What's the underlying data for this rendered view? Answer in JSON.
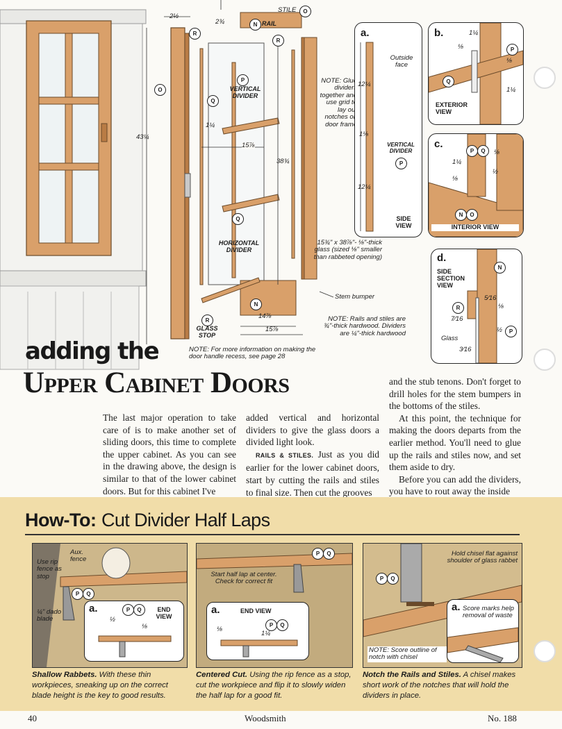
{
  "title": {
    "small": "adding the",
    "large": "Upper Cabinet Doors"
  },
  "diagram": {
    "labels": {
      "stile": "STILE",
      "rail": "RAIL",
      "vertical_divider": "VERTICAL DIVIDER",
      "horizontal_divider": "HORIZONTAL DIVIDER",
      "glass_stop": "GLASS STOP",
      "stem_bumper": "Stem bumper"
    },
    "dims": {
      "d1": "2½",
      "d2": "2¾",
      "d3": "43¼",
      "d4": "1¼",
      "d5": "15⅞",
      "d6": "38¾",
      "d7": "14⅞",
      "d8": "15⅞"
    },
    "note_glue": "NOTE: Glue dividers together and use grid to lay out notches on door frame",
    "glass_spec": "15¾\" x 38⅞\"- ⅛\"-thick glass (sized ⅛\" smaller than rabbeted opening)",
    "note_rails": "NOTE: Rails and stiles are ¾\"-thick hardwood. Dividers are ¼\"-thick hardwood",
    "note_handle": "NOTE: For more information on making the door handle recess, see page 28"
  },
  "keys": {
    "n": "N",
    "o": "O",
    "p": "P",
    "q": "Q",
    "r": "R"
  },
  "details": {
    "a": {
      "id": "a.",
      "outside_face": "Outside face",
      "dim1": "12¼",
      "dim2": "1⅛",
      "dim3": "12¼",
      "vertical_divider": "VERTICAL DIVIDER",
      "view": "SIDE VIEW"
    },
    "b": {
      "id": "b.",
      "d1": "1¼",
      "d2": "⅛",
      "d3": "⅛",
      "d4": "1¼",
      "view": "EXTERIOR VIEW"
    },
    "c": {
      "id": "c.",
      "d1": "1¼",
      "d2": "⅛",
      "d3": "½",
      "d4": "⅛",
      "view": "INTERIOR VIEW"
    },
    "d": {
      "id": "d.",
      "view": "SIDE SECTION VIEW",
      "d1": "5⁄16",
      "d2": "⅛",
      "d3": "7⁄16",
      "d4": "½",
      "d5": "3⁄16",
      "glass": "Glass"
    }
  },
  "body": {
    "col1": "The last major operation to take care of is to make another set of sliding doors, this time to complete the upper cabinet. As you can see in the drawing above, the design is similar to that of the lower cabinet doors. But for this cabinet I've",
    "col2a": "added vertical and horizontal dividers to give the glass doors a divided light look.",
    "col2_head": "RAILS & STILES.",
    "col2b": "Just as you did earlier for the lower cabinet doors, start by cutting the rails and stiles to final size. Then cut the grooves",
    "col3a": "and the stub tenons. Don't forget to drill holes for the stem bumpers in the bottoms of the stiles.",
    "col3b": "At this point, the technique for making the doors departs from the earlier method. You'll need to glue up the rails and stiles now, and set them aside to dry.",
    "col3c": "Before you can add the dividers, you have to rout away the inside"
  },
  "howto": {
    "tag": "How-To:",
    "title": "Cut Divider Half Laps",
    "step1": {
      "rip_fence": "Use rip fence as stop",
      "aux_fence": "Aux. fence",
      "dado": "¼\" dado blade",
      "inset_id": "a.",
      "end_view": "END VIEW",
      "d1": "½",
      "d2": "⅛",
      "cap_head": "Shallow Rabbets.",
      "cap_body": "With these thin workpieces, sneaking up on the correct blade height is the key to good results."
    },
    "step2": {
      "start": "Start half lap at center. Check for correct fit",
      "inset_id": "a.",
      "end_view": "END VIEW",
      "d1": "⅛",
      "d2": "1¼",
      "cap_head": "Centered Cut.",
      "cap_body": "Using the rip fence as a stop, cut the workpiece and flip it to slowly widen the half lap for a good fit."
    },
    "step3": {
      "hold": "Hold chisel flat against shoulder of glass rabbet",
      "inset_id": "a.",
      "score": "Score marks help removal of waste",
      "note": "NOTE: Score outline of notch with chisel",
      "cap_head": "Notch the Rails and Stiles.",
      "cap_body": "A chisel makes short work of the notches that will hold the dividers in place."
    }
  },
  "footer": {
    "page": "40",
    "magazine": "Woodsmith",
    "issue": "No. 188"
  },
  "colors": {
    "wood": "#d9a06a",
    "wood_dark": "#b97c45",
    "howto_bg": "#f1dda9",
    "title_red": "#1a1a1a"
  }
}
